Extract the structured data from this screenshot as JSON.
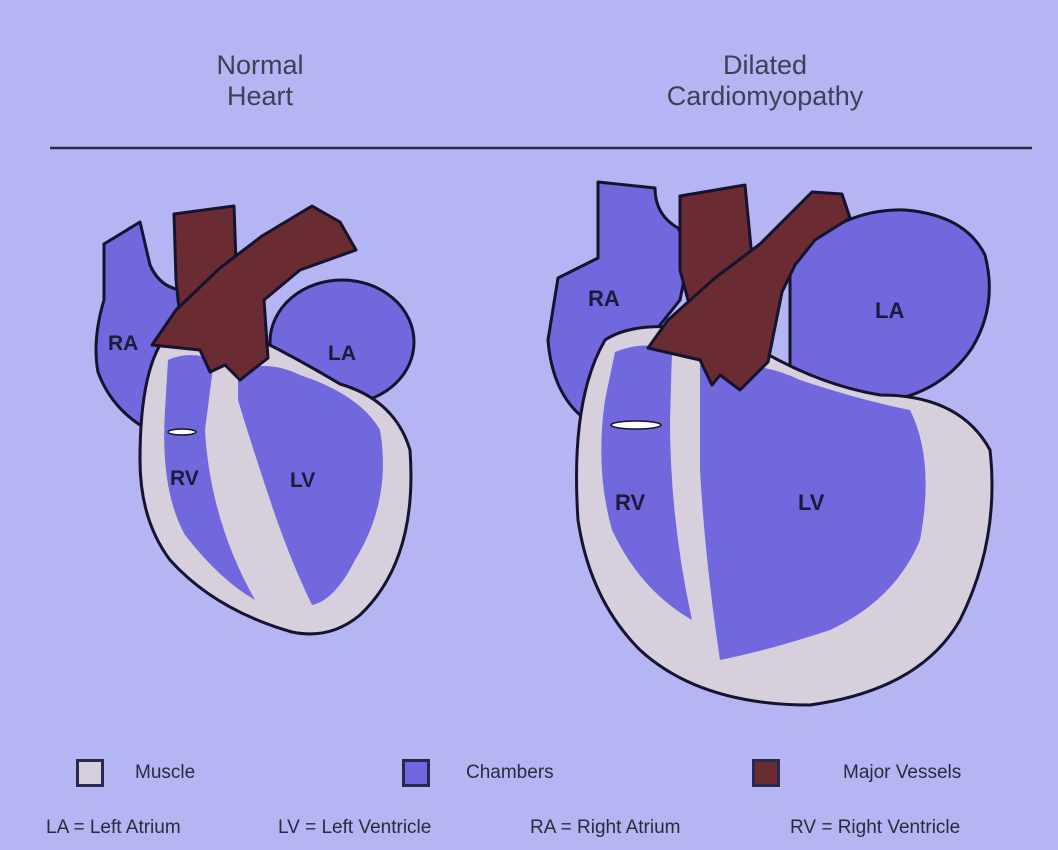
{
  "titles": {
    "normal": "Normal\nHeart",
    "dilated": "Dilated\nCardiomyopathy"
  },
  "labels": {
    "normal": {
      "ra": "RA",
      "la": "LA",
      "rv": "RV",
      "lv": "LV"
    },
    "dilated": {
      "ra": "RA",
      "la": "LA",
      "rv": "RV",
      "lv": "LV"
    }
  },
  "legend": [
    {
      "label": "Muscle",
      "color": "#d8cfdc"
    },
    {
      "label": "Chambers",
      "color": "#7068dc"
    },
    {
      "label": "Major Vessels",
      "color": "#6a2b33"
    }
  ],
  "abbreviations": [
    "LA = Left Atrium",
    "LV = Left Ventricle",
    "RA = Right Atrium",
    "RV = Right Ventricle"
  ],
  "colors": {
    "background": "#b4b5f2",
    "muscle": "#d8cfdc",
    "chamber": "#7068dc",
    "vessel": "#6a2b33",
    "outline": "#16132e"
  }
}
